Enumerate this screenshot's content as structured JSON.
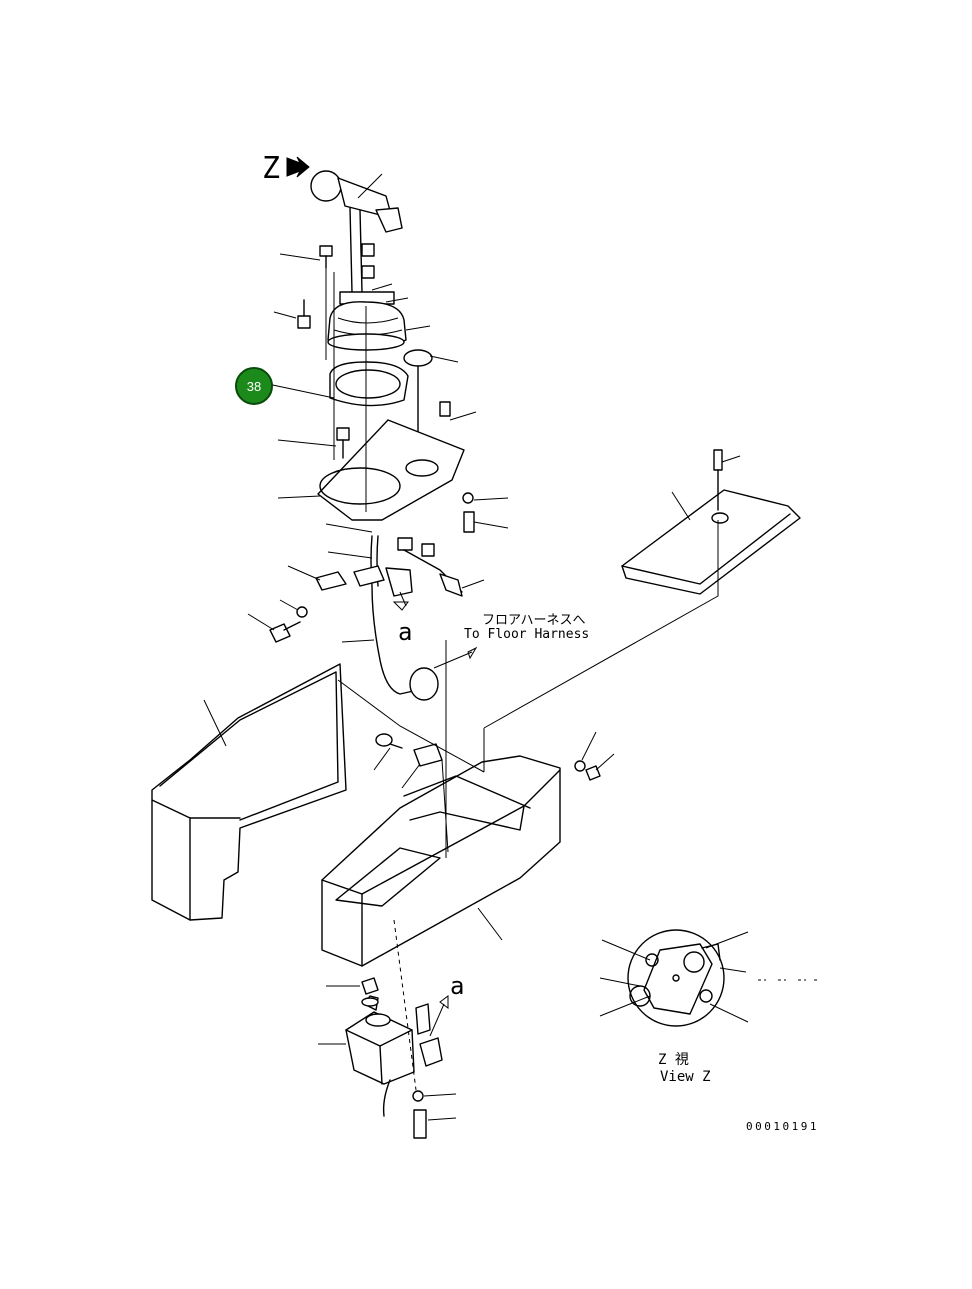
{
  "view_marker": "Z",
  "callout": {
    "number": "38",
    "color": "#1b8a1b",
    "ring": "#0a4a0a"
  },
  "labels": {
    "floor_harness_ja": "フロアハーネスへ",
    "floor_harness_en": "To Floor Harness",
    "connector_a_upper": "a",
    "connector_a_lower": "a",
    "view_ja": "Z 視",
    "view_en": "View Z",
    "drawing_number": "00010191"
  },
  "icons": [
    "view-arrow-icon"
  ]
}
